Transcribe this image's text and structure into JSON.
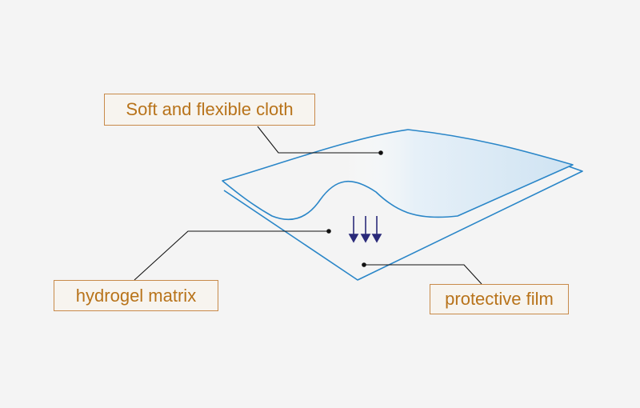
{
  "labels": {
    "cloth": "Soft and flexible cloth",
    "hydrogel": "hydrogel matrix",
    "film": "protective film"
  },
  "colors": {
    "background": "#f4f4f4",
    "outline": "#2a86c8",
    "fill_light": "#eef5fb",
    "fill_dark": "#d4e6f4",
    "arrow": "#2a2a7a",
    "leader": "#111111",
    "label_text": "#b8731a",
    "label_border": "#c88a4a"
  }
}
